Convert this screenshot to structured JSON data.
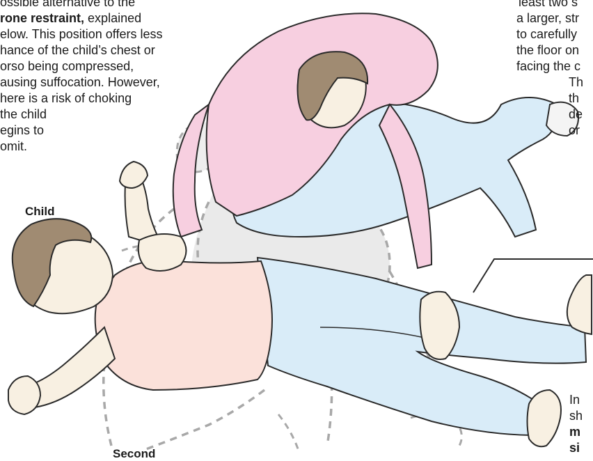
{
  "left_text": {
    "lines": [
      {
        "pre": "ossible alternative to the",
        "bold": "",
        "post": ""
      },
      {
        "pre": "",
        "bold": "rone restraint,",
        "post": " explained"
      },
      {
        "pre": "elow. This position offers less",
        "bold": "",
        "post": ""
      },
      {
        "pre": "hance of the child’s chest or",
        "bold": "",
        "post": ""
      },
      {
        "pre": "orso being compressed,",
        "bold": "",
        "post": ""
      },
      {
        "pre": "ausing suffocation. However,",
        "bold": "",
        "post": ""
      },
      {
        "pre": "here is a risk of choking",
        "bold": "",
        "post": ""
      },
      {
        "pre": " the child",
        "bold": "",
        "post": ""
      },
      {
        "pre": "egins to",
        "bold": "",
        "post": ""
      },
      {
        "pre": "omit.",
        "bold": "",
        "post": ""
      }
    ]
  },
  "right_text": {
    "lines": [
      {
        "pre": "least two s",
        "bold": "",
        "post": ""
      },
      {
        "pre": "a larger, str",
        "bold": "",
        "post": ""
      },
      {
        "pre": "to carefully",
        "bold": "",
        "post": ""
      },
      {
        "pre": "the floor on",
        "bold": "",
        "post": ""
      },
      {
        "pre": "facing the c",
        "bold": "",
        "post": ""
      },
      {
        "pre": "Th",
        "bold": "",
        "post": ""
      },
      {
        "pre": "th",
        "bold": "",
        "post": ""
      },
      {
        "pre": "de",
        "bold": "",
        "post": ""
      },
      {
        "pre": "or",
        "bold": "",
        "post": ""
      }
    ]
  },
  "bottom_right_text": {
    "lines": [
      {
        "pre": "In",
        "bold": "",
        "post": ""
      },
      {
        "pre": "sh",
        "bold": "",
        "post": ""
      },
      {
        "pre": "",
        "bold": "m",
        "post": ""
      },
      {
        "pre": "",
        "bold": "si",
        "post": ""
      }
    ]
  },
  "labels": {
    "child": "Child",
    "second": "Second"
  },
  "colors": {
    "shirt_pink": "#f7cfe0",
    "jeans_blue": "#d9ecf8",
    "skin": "#f8f0e2",
    "hair": "#a08b72",
    "ghost_dash": "#a8a8a8",
    "ghost_fill": "#e6e6e6",
    "outline": "#2a2a2a"
  }
}
